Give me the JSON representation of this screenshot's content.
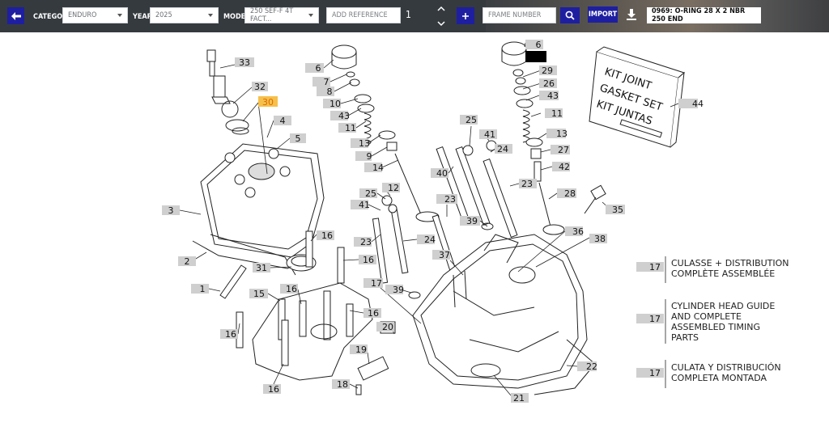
{
  "toolbar": {
    "category_label": "CATEGORY",
    "category_value": "ENDURO",
    "year_label": "YEAR",
    "year_value": "2025",
    "model_label": "MODEL",
    "model_value": "250 SEF-F 4T FACT...",
    "reference_placeholder": "ADD REFERENCE",
    "quantity": "1",
    "frame_placeholder": "FRAME NUMBER",
    "import_label": "IMPORT",
    "result_text": "0969: O-RING 28 X 2 NBR 250 END"
  },
  "kit_box": {
    "line1": "KIT JOINT",
    "line2": "GASKET SET",
    "line3": "KIT JUNTAS"
  },
  "legend": [
    {
      "ref": "17",
      "lines": [
        "CULASSE + DISTRIBUTION",
        "COMPLÈTE ASSEMBLÉE"
      ]
    },
    {
      "ref": "17",
      "lines": [
        "CYLINDER HEAD GUIDE",
        "AND COMPLETE",
        "ASSEMBLED TIMING",
        "PARTS"
      ]
    },
    {
      "ref": "17",
      "lines": [
        "CULATA Y DISTRIBUCIÓN",
        "COMPLETA MONTADA"
      ]
    }
  ],
  "callouts": [
    {
      "label": "33"
    },
    {
      "label": "32"
    },
    {
      "label": "30",
      "selected": true
    },
    {
      "label": "4"
    },
    {
      "label": "5"
    },
    {
      "label": "3"
    },
    {
      "label": "2"
    },
    {
      "label": "1"
    },
    {
      "label": "31"
    },
    {
      "label": "15"
    },
    {
      "label": "16"
    },
    {
      "label": "16"
    },
    {
      "label": "16"
    },
    {
      "label": "16"
    },
    {
      "label": "16"
    },
    {
      "label": "16"
    },
    {
      "label": "6"
    },
    {
      "label": "7"
    },
    {
      "label": "8"
    },
    {
      "label": "10"
    },
    {
      "label": "43"
    },
    {
      "label": "11"
    },
    {
      "label": "13"
    },
    {
      "label": "9"
    },
    {
      "label": "14"
    },
    {
      "label": "12"
    },
    {
      "label": "25"
    },
    {
      "label": "41"
    },
    {
      "label": "23"
    },
    {
      "label": "24"
    },
    {
      "label": "39"
    },
    {
      "label": "17"
    },
    {
      "label": "20"
    },
    {
      "label": "19"
    },
    {
      "label": "18"
    },
    {
      "label": "37"
    },
    {
      "label": "23"
    },
    {
      "label": "39"
    },
    {
      "label": "40"
    },
    {
      "label": "25"
    },
    {
      "label": "41"
    },
    {
      "label": "24"
    },
    {
      "label": "23"
    },
    {
      "label": "6"
    },
    {
      "label": ""
    },
    {
      "label": "29"
    },
    {
      "label": "26"
    },
    {
      "label": "43"
    },
    {
      "label": "11"
    },
    {
      "label": "13"
    },
    {
      "label": "27"
    },
    {
      "label": "42"
    },
    {
      "label": "28"
    },
    {
      "label": "44"
    },
    {
      "label": "35"
    },
    {
      "label": "36"
    },
    {
      "label": "38"
    },
    {
      "label": "22"
    },
    {
      "label": "21"
    }
  ],
  "colors": {
    "toolbar_bg": "#353a3f",
    "accent": "#1e1fa0",
    "tag_bg": "#cfcfcf",
    "tag_selected_bg": "#f6c04a",
    "tag_selected_text": "#d96b00",
    "tag_active_bg": "#000000"
  }
}
